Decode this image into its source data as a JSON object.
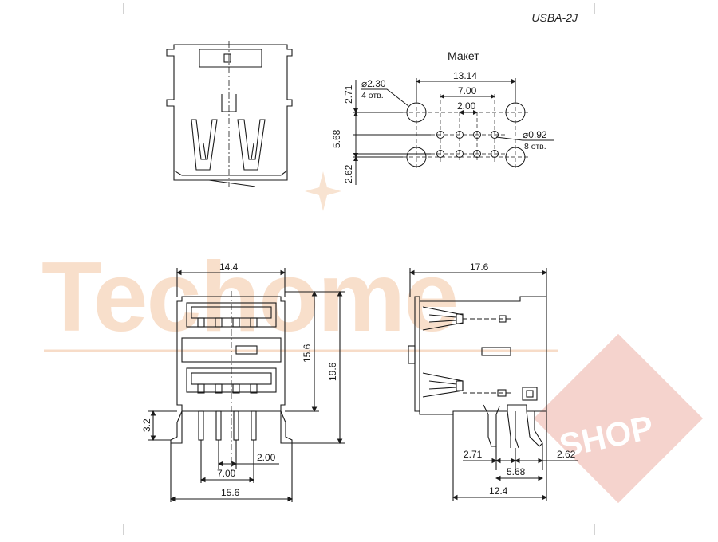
{
  "header": {
    "part_code": "USBA-2J"
  },
  "layout_view": {
    "title": "Макет",
    "dim_13_14": "13.14",
    "dim_7_00": "7.00",
    "dim_2_00": "2.00",
    "dim_2_71": "2.71",
    "dim_5_68": "5.68",
    "dim_2_62": "2.62",
    "big_hole_dia": "⌀2.30",
    "big_hole_count": "4 отв.",
    "small_hole_dia": "⌀0.92",
    "small_hole_count": "8 отв."
  },
  "front_view": {
    "dim_width": "14.4",
    "dim_15_6_h": "15.6",
    "dim_19_6": "19.6",
    "dim_3_2": "3.2",
    "dim_2_00": "2.00",
    "dim_7_00": "7.00",
    "dim_15_6_w": "15.6"
  },
  "side_view": {
    "dim_17_6": "17.6",
    "dim_2_71": "2.71",
    "dim_2_62": "2.62",
    "dim_5_68": "5.68",
    "dim_12_4": "12.4"
  },
  "watermark": {
    "brand": "Techome",
    "shop": "SHOP"
  },
  "colors": {
    "line": "#1a1a1a",
    "watermark_orange": "#f6d2b8",
    "watermark_red": "#f2c7c0"
  }
}
